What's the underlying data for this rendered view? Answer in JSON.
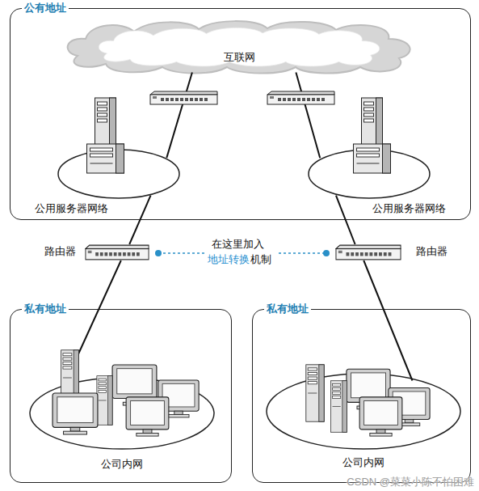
{
  "diagram": {
    "nodes": [
      {
        "text": [
          "公有地址"
        ]
      },
      {
        "text": [
          "互联网"
        ],
        "in": 0
      },
      {
        "text": [
          "公用服务器网络"
        ],
        "in": 0
      },
      {
        "text": [
          "公用服务器网络"
        ],
        "in": 0
      },
      {
        "text": [
          "路由器"
        ]
      },
      {
        "text": [
          "路由器"
        ]
      },
      {
        "text": [
          "私有地址"
        ]
      },
      {
        "text": [
          "公司内网"
        ],
        "in": 6
      },
      {
        "text": [
          "私有地址"
        ]
      },
      {
        "text": [
          "公司内网"
        ],
        "in": 8
      }
    ],
    "edges": [
      {
        "from": 1,
        "to": 2,
        "arrow": "none"
      },
      {
        "from": 2,
        "to": 4,
        "arrow": "none"
      },
      {
        "from": 4,
        "to": 7,
        "arrow": "none"
      },
      {
        "from": 1,
        "to": 3,
        "arrow": "none"
      },
      {
        "from": 3,
        "to": 5,
        "arrow": "none"
      },
      {
        "from": 5,
        "to": 9,
        "arrow": "none"
      }
    ],
    "labels": [
      "在这里加入",
      "地址转换",
      "机制",
      "CSDN @菜菜小陈不怕困难"
    ]
  }
}
